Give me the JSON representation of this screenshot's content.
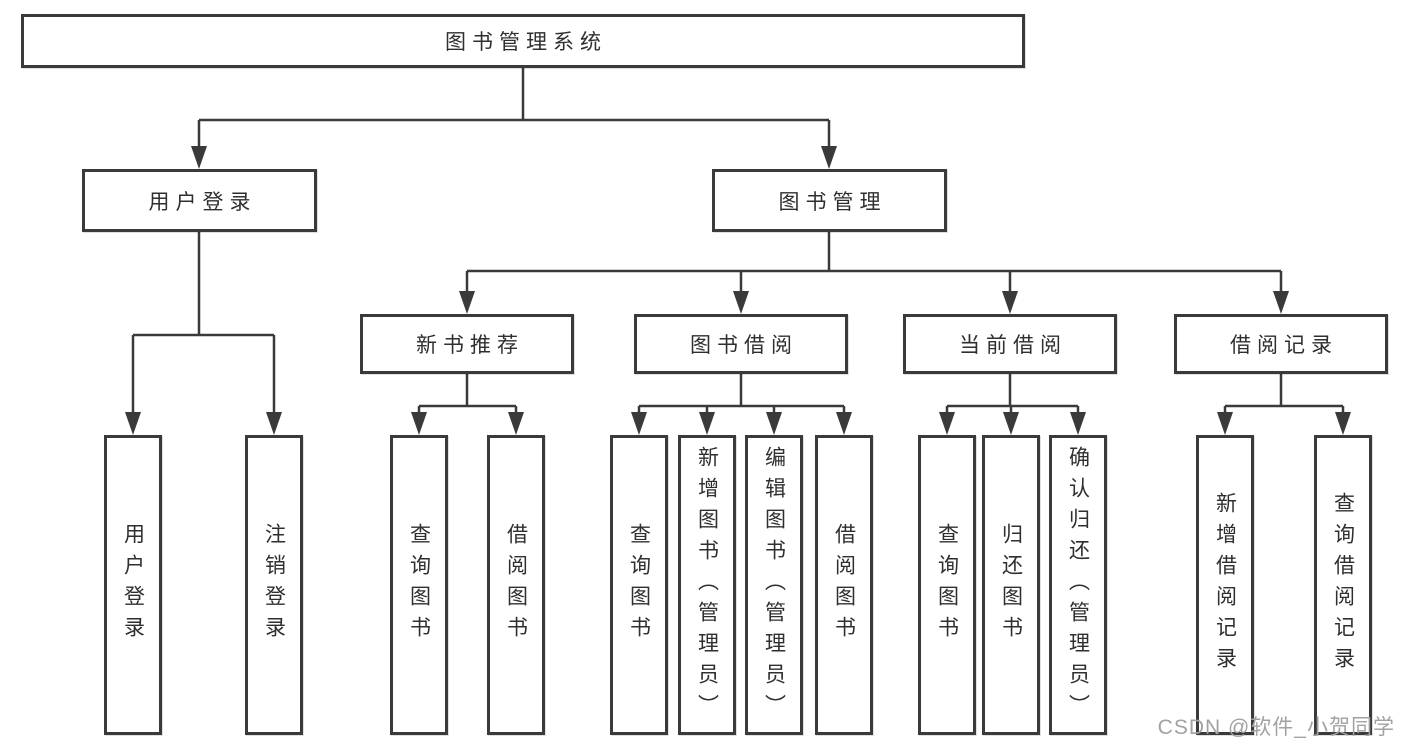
{
  "tree": {
    "root": {
      "label": "图书管理系统",
      "children": [
        {
          "label": "用户登录",
          "children": [
            {
              "label": "用户登录"
            },
            {
              "label": "注销登录"
            }
          ]
        },
        {
          "label": "图书管理",
          "children": [
            {
              "label": "新书推荐",
              "children": [
                {
                  "label": "查询图书"
                },
                {
                  "label": "借阅图书"
                }
              ]
            },
            {
              "label": "图书借阅",
              "children": [
                {
                  "label": "查询图书"
                },
                {
                  "label": "新增图书（管理员）"
                },
                {
                  "label": "编辑图书（管理员）"
                },
                {
                  "label": "借阅图书"
                }
              ]
            },
            {
              "label": "当前借阅",
              "children": [
                {
                  "label": "查询图书"
                },
                {
                  "label": "归还图书"
                },
                {
                  "label": "确认归还（管理员）"
                }
              ]
            },
            {
              "label": "借阅记录",
              "children": [
                {
                  "label": "新增借阅记录"
                },
                {
                  "label": "查询借阅记录"
                }
              ]
            }
          ]
        }
      ]
    }
  },
  "colors": {
    "line": "#3a3a3a",
    "text": "#2f2f2f",
    "background": "#ffffff",
    "watermark_text_color": "#a2a2a2"
  },
  "watermark": {
    "text": "CSDN @软件_小贺同学"
  }
}
